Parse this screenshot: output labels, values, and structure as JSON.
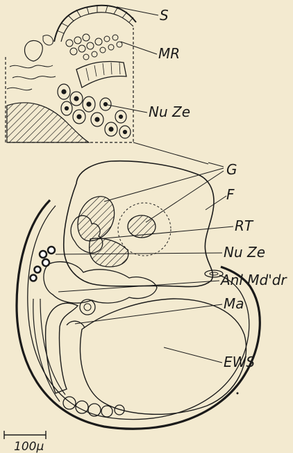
{
  "figure": {
    "labels": {
      "s": "S",
      "mr": "MR",
      "nuze_top": "Nu Ze",
      "g": "G",
      "f": "F",
      "rt": "RT",
      "nuze": "Nu Ze",
      "anl": "Anl Md'dr",
      "ma": "Ma",
      "ews": "EWS"
    },
    "scale_bar": {
      "label": "100µ"
    }
  },
  "colors": {
    "paper": "#f3ead0",
    "ink": "#1a1a1a"
  }
}
